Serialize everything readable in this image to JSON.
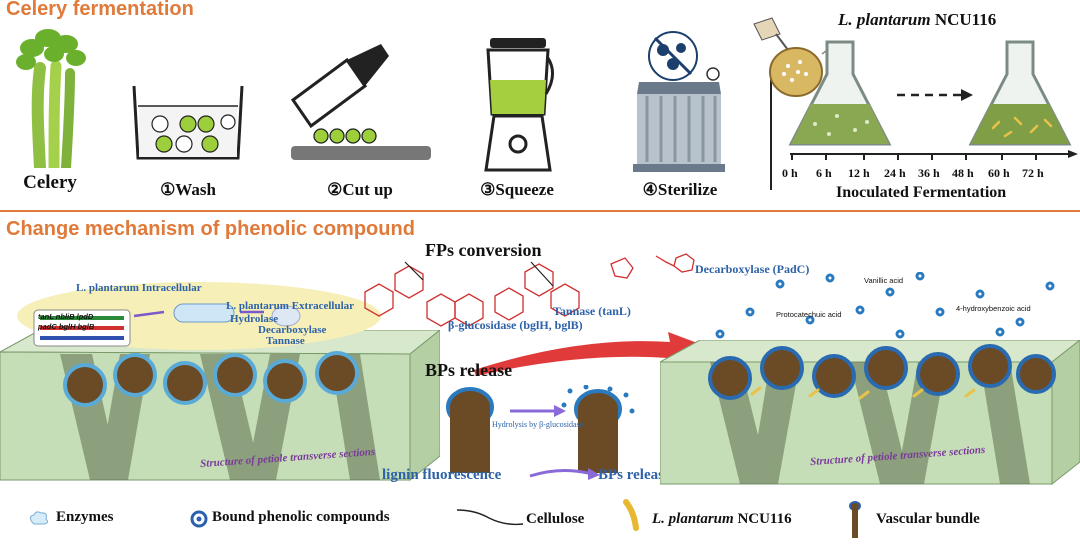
{
  "top_section": {
    "title": "Celery fermentation",
    "steps": [
      {
        "label": "Celery",
        "icon": "celery-icon"
      },
      {
        "label": "①Wash",
        "icon": "wash-basin-icon"
      },
      {
        "label": "②Cut up",
        "icon": "knife-icon"
      },
      {
        "label": "③Squeeze",
        "icon": "juicer-icon"
      },
      {
        "label": "④Sterilize",
        "icon": "sterilizer-icon"
      }
    ],
    "strain_prefix": "L. plantarum",
    "strain_suffix": " NCU116",
    "timeline": {
      "ticks": [
        "0 h",
        "6 h",
        "12 h",
        "24 h",
        "36 h",
        "48 h",
        "60 h",
        "72 h"
      ],
      "label": "Inoculated Fermentation"
    }
  },
  "bottom_section": {
    "title": "Change mechanism of phenolic compound",
    "fps_title": "FPs conversion",
    "bps_title": "BPs release",
    "enzymes": {
      "glucosidase": "β-glucosidase (bglH, bglB)",
      "tannase": "Tannase (tanL)",
      "decarboxylase": "Decarboxylase (PadC)"
    },
    "intracellular_label": "L. plantarum Intracellular",
    "extracellular_label": "L. plantarum Extracellular",
    "enzyme_list": [
      "Hydrolase",
      "Decarboxylase",
      "Tannase"
    ],
    "genes_row1": "tanL   nbliB  lpdD",
    "genes_row2": "padC  bglH  bglB",
    "products": [
      "Vanillic acid",
      "Protocatechuic acid",
      "4-hydroxybenzoic acid"
    ],
    "hydrolysis_label": "Hydrolysis by β-glucosidase",
    "lignin_label": "lignin fluorescence",
    "bps_release_label": "BPs release",
    "structure_label_left": "Structure of petiole transverse sections",
    "structure_label_right": "Structure of petiole transverse sections"
  },
  "legend": [
    {
      "label": "Enzymes",
      "icon": "enzyme-cloud-icon"
    },
    {
      "label": "Bound phenolic compounds",
      "icon": "bound-phenolic-ring-icon"
    },
    {
      "label": "Cellulose",
      "icon": "cellulose-fiber-icon"
    },
    {
      "label_prefix": "L. plantarum",
      "label_suffix": " NCU116",
      "icon": "bacterium-rod-icon"
    },
    {
      "label": "Vascular bundle",
      "icon": "vascular-bundle-icon"
    }
  ],
  "colors": {
    "section_title": "#e07a3a",
    "enzyme_label": "#2d62a8",
    "structure_label": "#7a3a9a",
    "glass": "#9fb8a8",
    "broth": "#86a94c",
    "tissue": "#cfe3c4",
    "red_arrow": "#e03a3a"
  }
}
